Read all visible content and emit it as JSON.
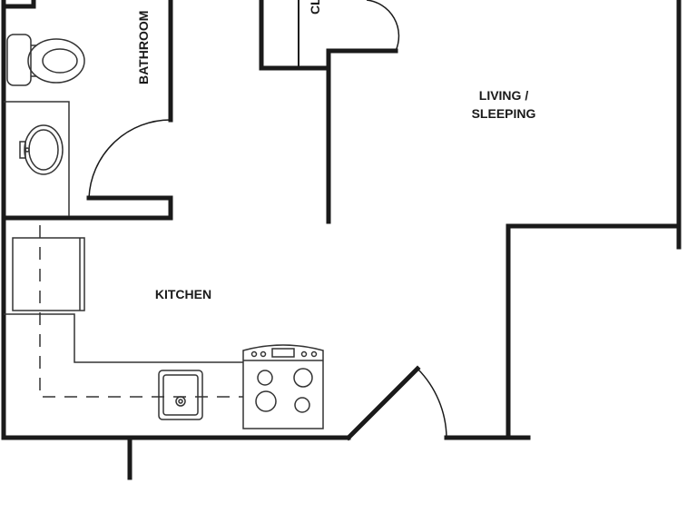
{
  "rooms": {
    "bathroom": "BATHROOM",
    "closet": "CL",
    "living_line1": "LIVING /",
    "living_line2": "SLEEPING",
    "kitchen": "KITCHEN"
  },
  "colors": {
    "wall": "#1a1a1a",
    "fixture": "#333333",
    "background": "#ffffff"
  }
}
